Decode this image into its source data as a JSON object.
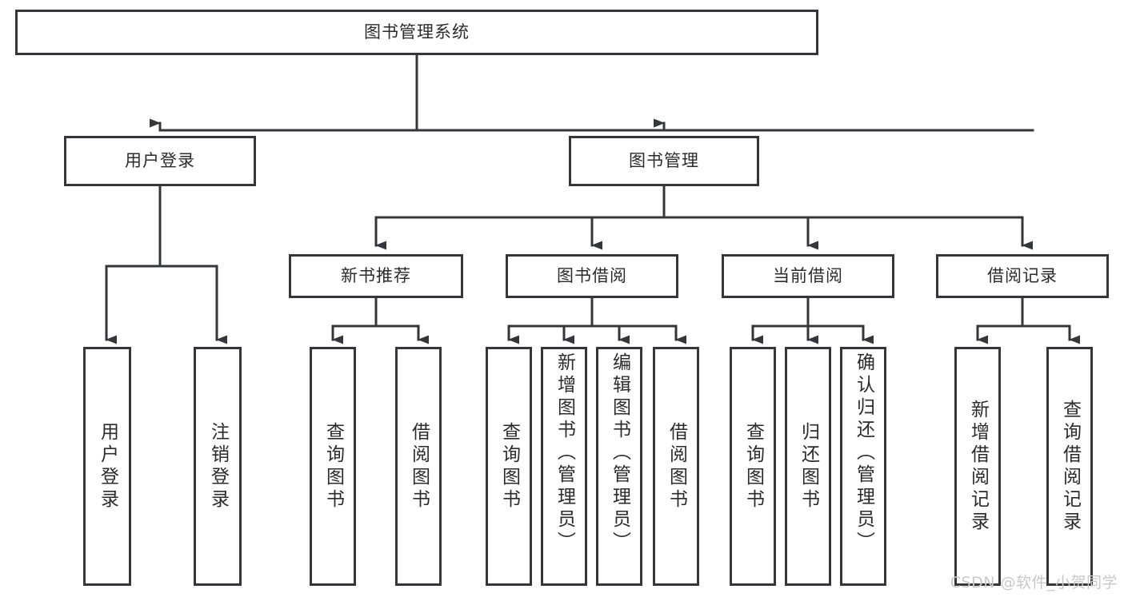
{
  "diagram": {
    "title": "图书管理系统",
    "type": "tree-hierarchy-diagram",
    "colors": {
      "border": "#33363b",
      "fill": "#ffffff",
      "text": "#2b2b2b",
      "watermark": "#c8c8c8",
      "background": "#ffffff"
    },
    "watermark": "CSDN @软件_小贺同学",
    "nodes": {
      "root": {
        "label": "图书管理系统"
      },
      "level1": [
        {
          "id": "user-login",
          "label": "用户登录"
        },
        {
          "id": "book-manage",
          "label": "图书管理"
        }
      ],
      "level2": [
        {
          "id": "new-book-recommend",
          "label": "新书推荐"
        },
        {
          "id": "book-borrow",
          "label": "图书借阅"
        },
        {
          "id": "current-borrow",
          "label": "当前借阅"
        },
        {
          "id": "borrow-record",
          "label": "借阅记录"
        }
      ],
      "leaves": {
        "user-login": [
          {
            "id": "leaf-user-login",
            "label": "用户登录"
          },
          {
            "id": "leaf-logout-login",
            "label": "注销登录"
          }
        ],
        "new-book-recommend": [
          {
            "id": "leaf-query-book-1",
            "label": "查询图书"
          },
          {
            "id": "leaf-borrow-book-1",
            "label": "借阅图书"
          }
        ],
        "book-borrow": [
          {
            "id": "leaf-query-book-2",
            "label": "查询图书"
          },
          {
            "id": "leaf-add-book",
            "label": "新增图书（管理员）"
          },
          {
            "id": "leaf-edit-book",
            "label": "编辑图书（管理员）"
          },
          {
            "id": "leaf-borrow-book-2",
            "label": "借阅图书"
          }
        ],
        "current-borrow": [
          {
            "id": "leaf-query-book-3",
            "label": "查询图书"
          },
          {
            "id": "leaf-return-book",
            "label": "归还图书"
          },
          {
            "id": "leaf-confirm-return",
            "label": "确认归还（管理员）"
          }
        ],
        "borrow-record": [
          {
            "id": "leaf-add-record",
            "label": "新增借阅记录"
          },
          {
            "id": "leaf-query-record",
            "label": "查询借阅记录"
          }
        ]
      }
    }
  }
}
